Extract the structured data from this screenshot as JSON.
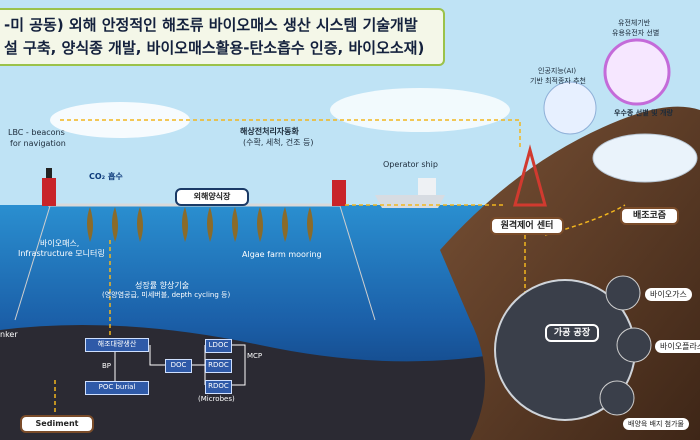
{
  "title": {
    "line1": "-미 공동) 외해 안정적인 해조류 바이오매스 생산 시스템 기술개발",
    "line2": "설 구축, 양식종 개발, 바이오매스활용-탄소흡수 인증, 바이오소재)"
  },
  "labels": {
    "lbc": "LBC - beacons",
    "lbc2": "for navigation",
    "co2": "CO₂ 흡수",
    "farm": "외해양식장",
    "processing": "해상전처리자동화",
    "processing2": "(수확, 세척, 건조 등)",
    "operator_ship": "Operator ship",
    "biomass_mon": "바이오매스,",
    "biomass_mon2": "Infrastructure 모니터링",
    "algae_mooring": "Algae farm mooring",
    "growth": "성장률 향상기술",
    "growth2": "(영양염공급, 미세버블, depth cycling 등)",
    "anker": "nker",
    "ai": "인공지능(AI)",
    "ai2": "기반 최적종자 추천",
    "genetic": "유전체기반",
    "genetic2": "유용유전자 선별",
    "breeding": "우수종 선별 및 개량",
    "remote": "원격제어 센터",
    "nursery": "배조코즘",
    "factory": "가공 공장",
    "biogas": "바이오가스",
    "bioplastic": "바이오플라스",
    "medium": "배양육 배지 첨가물",
    "sediment": "Sediment"
  },
  "flow": {
    "seaweed": "해조대량생산",
    "bp": "BP",
    "poc": "POC burial",
    "doc": "DOC",
    "ldoc": "LDOC",
    "rdoc1": "RDOC",
    "rdoc2": "RDOC",
    "mcp": "MCP",
    "microbes": "(Microbes)"
  },
  "colors": {
    "sky": "#bfe3f5",
    "sea_top": "#2a8fd0",
    "sea_deep": "#0c2f66",
    "land": "#5a3a26",
    "accent_line": "#f2b61e"
  }
}
